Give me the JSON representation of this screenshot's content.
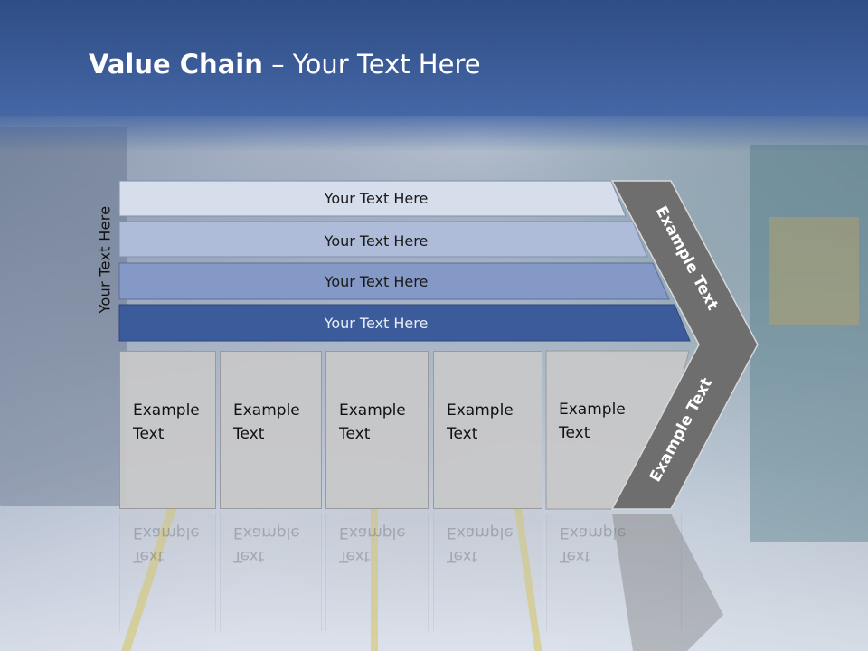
{
  "slide": {
    "title_bold": "Value Chain",
    "title_rest": " – Your Text Here",
    "side_label": "Your Text Here"
  },
  "bars": [
    {
      "label": "Your Text Here",
      "color": "#d6deeb"
    },
    {
      "label": "Your Text Here",
      "color": "#aebcd9"
    },
    {
      "label": "Your Text Here",
      "color": "#8499c6"
    },
    {
      "label": "Your Text Here",
      "color": "#3c5b9b"
    }
  ],
  "boxes": [
    {
      "line1": "Example",
      "line2": "Text"
    },
    {
      "line1": "Example",
      "line2": "Text"
    },
    {
      "line1": "Example",
      "line2": "Text"
    },
    {
      "line1": "Example",
      "line2": "Text"
    },
    {
      "line1": "Example",
      "line2": "Text"
    }
  ],
  "chevron": {
    "upper_label": "Example Text",
    "lower_label": "Example Text",
    "color": "#6e6e6e"
  }
}
